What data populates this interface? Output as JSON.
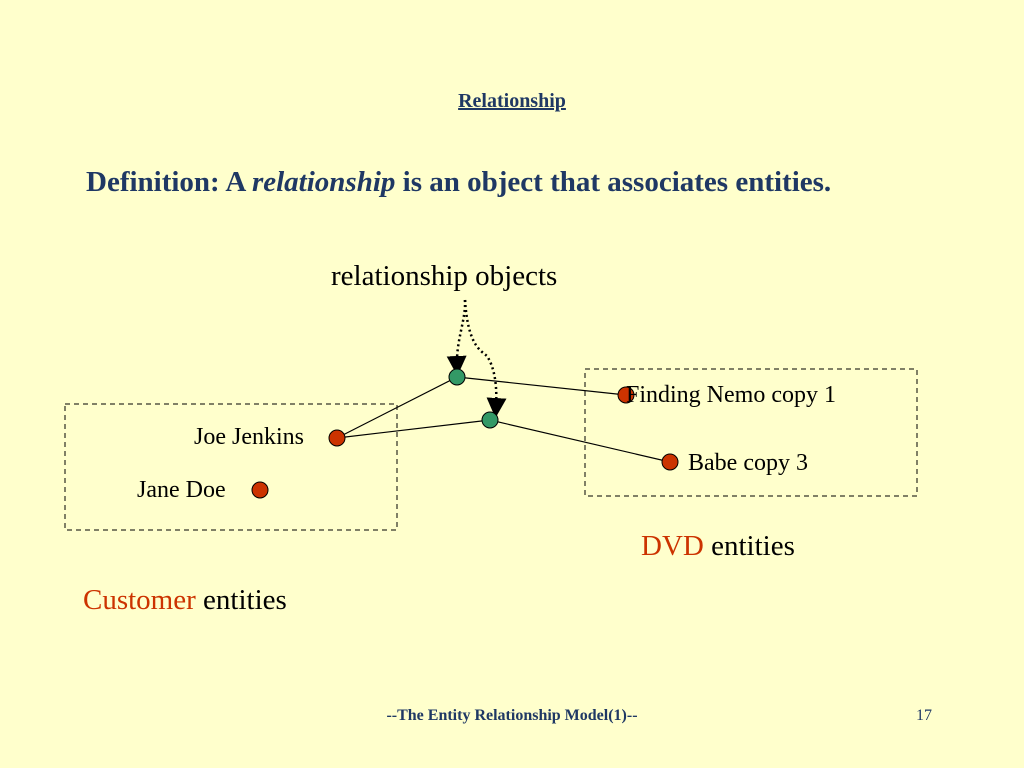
{
  "slide": {
    "title": "Relationship",
    "definition_prefix": "Definition: A ",
    "definition_term": "relationship",
    "definition_suffix": " is an object that associates entities."
  },
  "diagram": {
    "relationship_label": "relationship objects",
    "customers": {
      "items": [
        "Joe Jenkins",
        "Jane Doe"
      ],
      "caption_highlight": "Customer",
      "caption_rest": " entities"
    },
    "dvds": {
      "items": [
        "Finding Nemo copy 1",
        "Babe copy 3"
      ],
      "caption_highlight": "DVD",
      "caption_rest": " entities"
    },
    "colors": {
      "entity_node": "#cc3300",
      "relationship_node": "#339966",
      "highlight_text": "#cc3300",
      "title_text": "#1f3864",
      "background": "#ffffcc"
    }
  },
  "footer": {
    "title": "--The Entity Relationship Model(1)--",
    "page": "17"
  }
}
